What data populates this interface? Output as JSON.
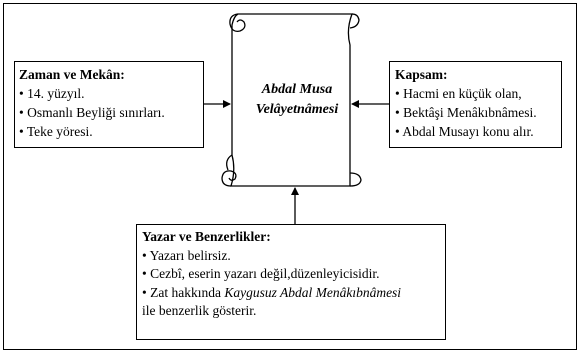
{
  "center": {
    "title_line1": "Abdal Musa",
    "title_line2": "Velâyetnâmesi"
  },
  "left": {
    "title": "Zaman ve Mekân:",
    "items": [
      "• 14. yüzyıl.",
      "• Osmanlı Beyliği sınırları.",
      "• Teke yöresi."
    ]
  },
  "right": {
    "title": "Kapsam:",
    "items": [
      "• Hacmi en küçük olan,",
      "• Bektâşi Menâkıbnâmesi.",
      "• Abdal Musayı konu alır."
    ]
  },
  "bottom": {
    "title": "Yazar ve Benzerlikler:",
    "items": [
      "• Yazarı belirsiz.",
      "• Cezbî, eserin yazarı değil,düzenleyicisidir."
    ],
    "item3_prefix": "• Zat hakkında ",
    "item3_italic": "Kaygusuz Abdal Menâkıbnâmesi",
    "item3_suffix": "ile benzerlik gösterir."
  }
}
